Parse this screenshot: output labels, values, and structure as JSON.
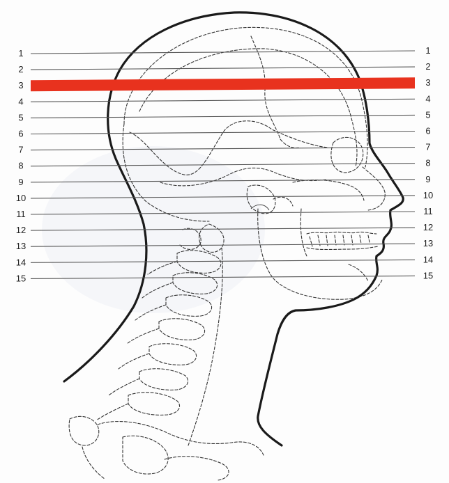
{
  "figure": {
    "slices": [
      {
        "left": "1",
        "right": "1"
      },
      {
        "left": "2",
        "right": "2"
      },
      {
        "left": "3",
        "right": "3"
      },
      {
        "left": "4",
        "right": "4"
      },
      {
        "left": "5",
        "right": "5"
      },
      {
        "left": "6",
        "right": "6"
      },
      {
        "left": "7",
        "right": "7"
      },
      {
        "left": "8",
        "right": "8"
      },
      {
        "left": "9",
        "right": "9"
      },
      {
        "left": "10",
        "right": "10"
      },
      {
        "left": "11",
        "right": "11"
      },
      {
        "left": "12",
        "right": "12"
      },
      {
        "left": "13",
        "right": "13"
      },
      {
        "left": "14",
        "right": "14"
      },
      {
        "left": "15",
        "right": "15"
      }
    ],
    "highlighted_slice": 3,
    "colors": {
      "highlight": "#e8321e",
      "outline": "#1a1a1a",
      "skull_dashed": "#333333",
      "scan_line": "#555555"
    },
    "icons": {
      "head": "head-profile-outline",
      "skull": "skull-dashed-outline",
      "spine": "cervical-spine-dashed"
    }
  }
}
